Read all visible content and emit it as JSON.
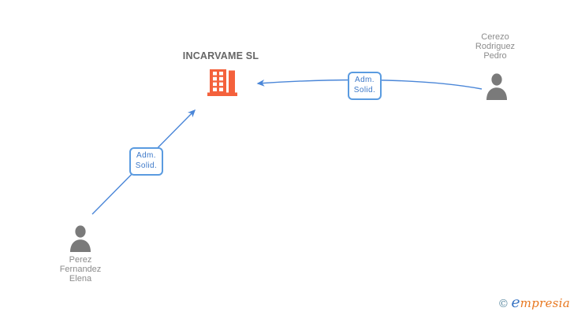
{
  "company": {
    "name": "INCARVAME SL",
    "icon": "building-icon"
  },
  "persons": [
    {
      "id": "cerezo-rodriguez-pedro",
      "lines": [
        "Cerezo",
        "Rodriguez",
        "Pedro"
      ],
      "icon": "person-icon"
    },
    {
      "id": "perez-fernandez-elena",
      "lines": [
        "Perez",
        "Fernandez",
        "Elena"
      ],
      "icon": "person-icon"
    }
  ],
  "relationships": [
    {
      "from": "Cerezo Rodriguez Pedro",
      "to": "INCARVAME SL",
      "label": [
        "Adm.",
        "Solid."
      ],
      "direction": "arrow-into-company"
    },
    {
      "from": "Perez Fernandez Elena",
      "to": "INCARVAME SL",
      "label": [
        "Adm.",
        "Solid."
      ],
      "direction": "arrow-into-company"
    }
  ],
  "branding": {
    "copyright": "©",
    "logo_first_letter": "e",
    "logo_rest": "mpresia"
  },
  "colors": {
    "edge_blue": "#4A86D8",
    "label_border_blue": "#5A9BE0",
    "label_text_blue": "#3C78C8",
    "building_orange": "#F4613C",
    "person_gray": "#7A7A7A",
    "name_text_gray": "#8C8C8C",
    "company_title_gray": "#666666",
    "logo_copyright_teal": "#5F8CA3",
    "logo_e_blue": "#3A75C4",
    "logo_text_orange": "#E87820",
    "background": "#FFFFFF"
  }
}
